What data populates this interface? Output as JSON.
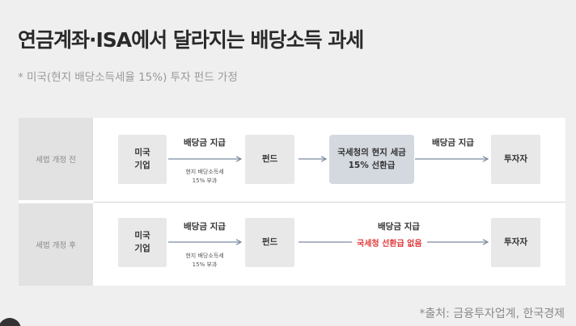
{
  "title": "연금계좌·ISA에서 달라지는 배당소득 과세",
  "subtitle": "* 미국(현지 배당소득세율 15%) 투자 펀드 가정",
  "colors": {
    "arrow": "#7b8aa0",
    "highlight_box": "#d4d9e0",
    "warning_text": "#e03a3a"
  },
  "diagram": {
    "before": {
      "row_label": "세법 개정 전",
      "source_box": [
        "미국",
        "기업"
      ],
      "arrow1_label": "배당금 지급",
      "arrow1_note": [
        "현지 배당소득세",
        "15% 부과"
      ],
      "fund_box": "펀드",
      "refund_box": [
        "국세청의 현지 세금",
        "15% 선환급"
      ],
      "arrow3_label": "배당금 지급",
      "investor_box": "투자자"
    },
    "after": {
      "row_label": "세법 개정 후",
      "source_box": [
        "미국",
        "기업"
      ],
      "arrow1_label": "배당금 지급",
      "arrow1_note": [
        "현지 배당소득세",
        "15% 부과"
      ],
      "fund_box": "펀드",
      "arrow2_label": "배당금 지급",
      "arrow2_note": "국세청 선환급 없음",
      "investor_box": "투자자"
    }
  },
  "source_note": "*출처: 금융투자업계, 한국경제"
}
